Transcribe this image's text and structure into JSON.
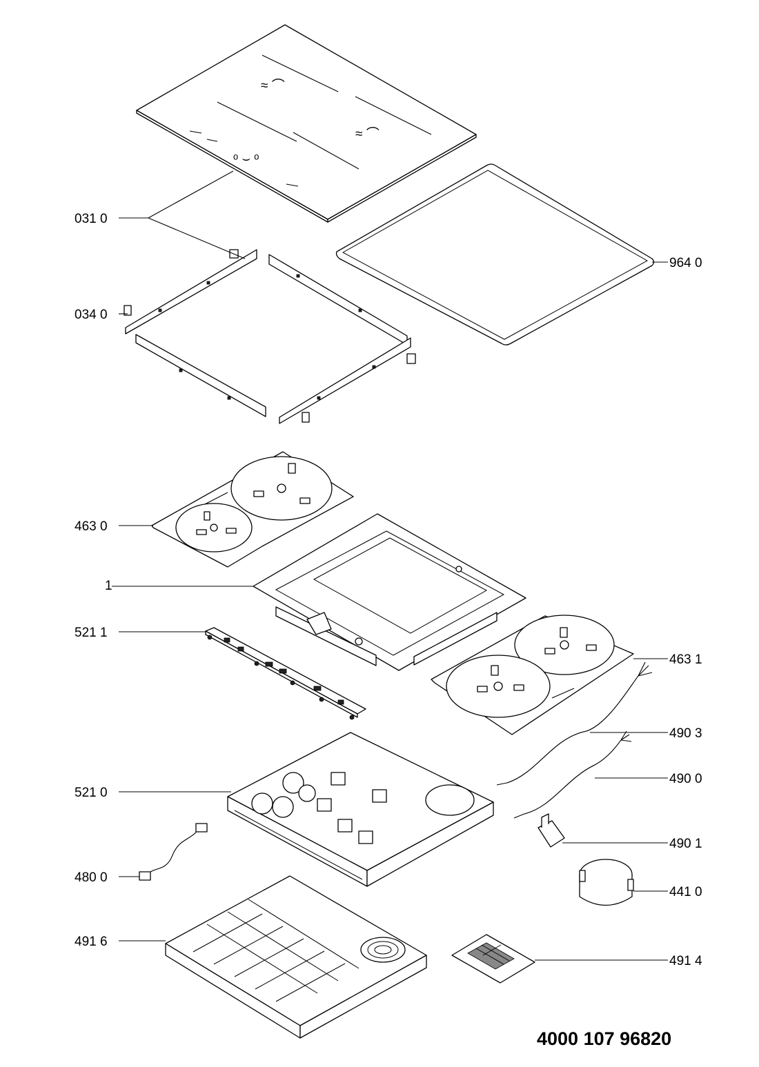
{
  "document_number": "4000 107 96820",
  "part_labels": [
    {
      "ref": "031 0"
    },
    {
      "ref": "964 0"
    },
    {
      "ref": "034 0"
    },
    {
      "ref": "463 0"
    },
    {
      "ref": "1"
    },
    {
      "ref": "521 1"
    },
    {
      "ref": "463 1"
    },
    {
      "ref": "490 3"
    },
    {
      "ref": "521 0"
    },
    {
      "ref": "490 0"
    },
    {
      "ref": "490 1"
    },
    {
      "ref": "480 0"
    },
    {
      "ref": "441 0"
    },
    {
      "ref": "491 6"
    },
    {
      "ref": "491 4"
    }
  ]
}
